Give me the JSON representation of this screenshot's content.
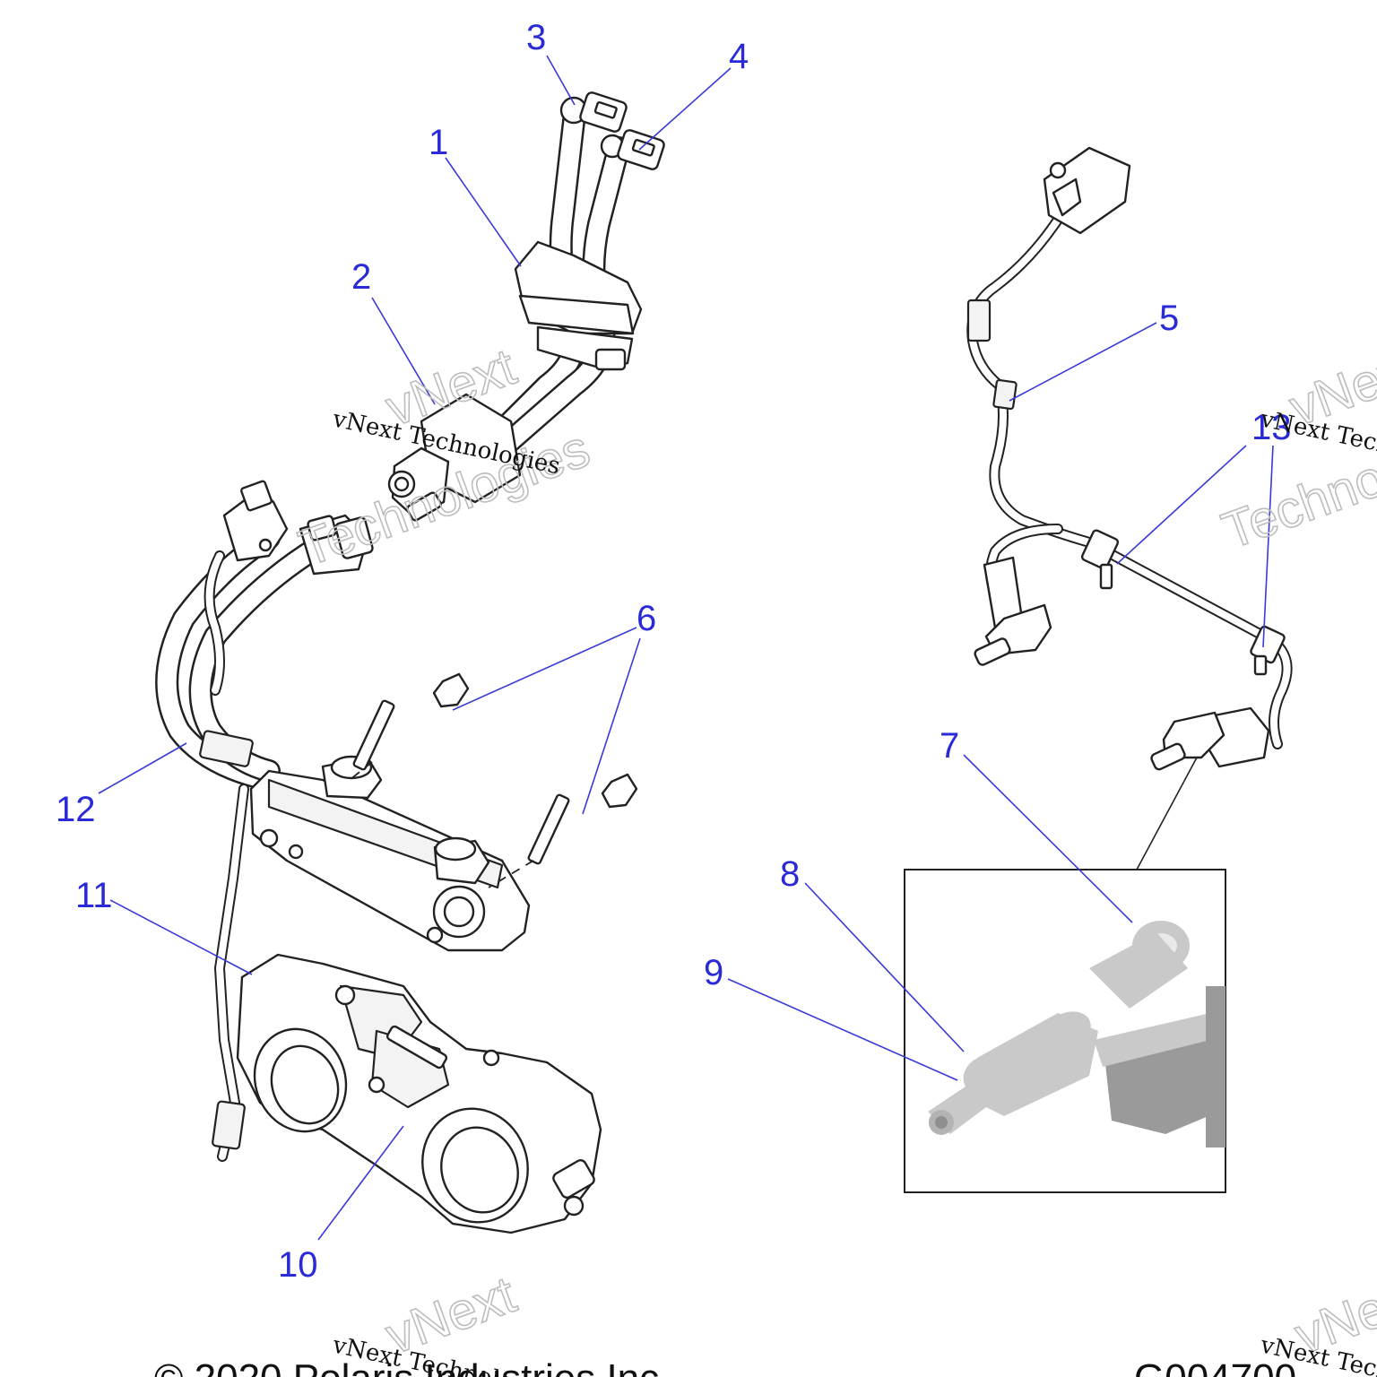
{
  "diagram": {
    "callouts": [
      "1",
      "2",
      "3",
      "4",
      "5",
      "6",
      "7",
      "8",
      "9",
      "10",
      "11",
      "12",
      "13"
    ],
    "watermark": {
      "line1": "vNext",
      "line2": "Technologies",
      "text": "vNext Technologies"
    },
    "footer": {
      "copyright": "© 2020 Polaris Industries Inc.",
      "figure_code": "G004700"
    }
  },
  "colors": {
    "callout": "#2a2ad6",
    "line_art": "#222222",
    "watermark_outline": "#bdbdbd"
  }
}
